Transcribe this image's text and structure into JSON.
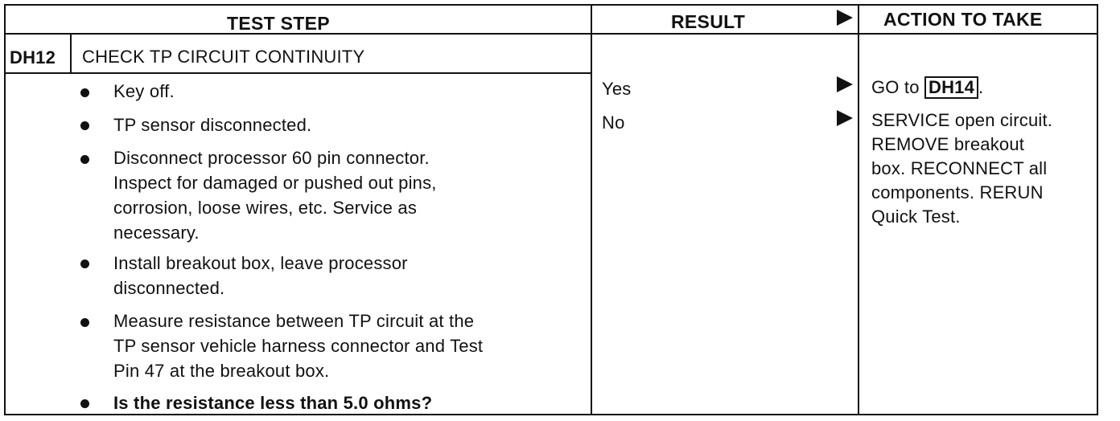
{
  "headers": {
    "test_step": "TEST STEP",
    "result": "RESULT",
    "action": "ACTION TO TAKE"
  },
  "step": {
    "id": "DH12",
    "title": "CHECK TP CIRCUIT CONTINUITY"
  },
  "bullets": [
    [
      "Key off."
    ],
    [
      "TP sensor disconnected."
    ],
    [
      "Disconnect processor 60 pin connector.",
      "Inspect for damaged or pushed out pins,",
      "corrosion, loose wires, etc. Service as",
      "necessary."
    ],
    [
      "Install breakout box, leave processor",
      "disconnected."
    ],
    [
      "Measure resistance between TP circuit at the",
      "TP sensor vehicle harness connector and Test",
      "Pin 47 at the breakout box."
    ],
    [
      "Is the resistance less than 5.0 ohms?"
    ]
  ],
  "results": {
    "yes": "Yes",
    "no": "No"
  },
  "actions": {
    "yes_prefix": "GO to",
    "yes_target": "DH14",
    "yes_suffix": ".",
    "no_lines": [
      "SERVICE open circuit.",
      "REMOVE breakout",
      "box. RECONNECT all",
      "components. RERUN",
      "Quick Test."
    ]
  }
}
